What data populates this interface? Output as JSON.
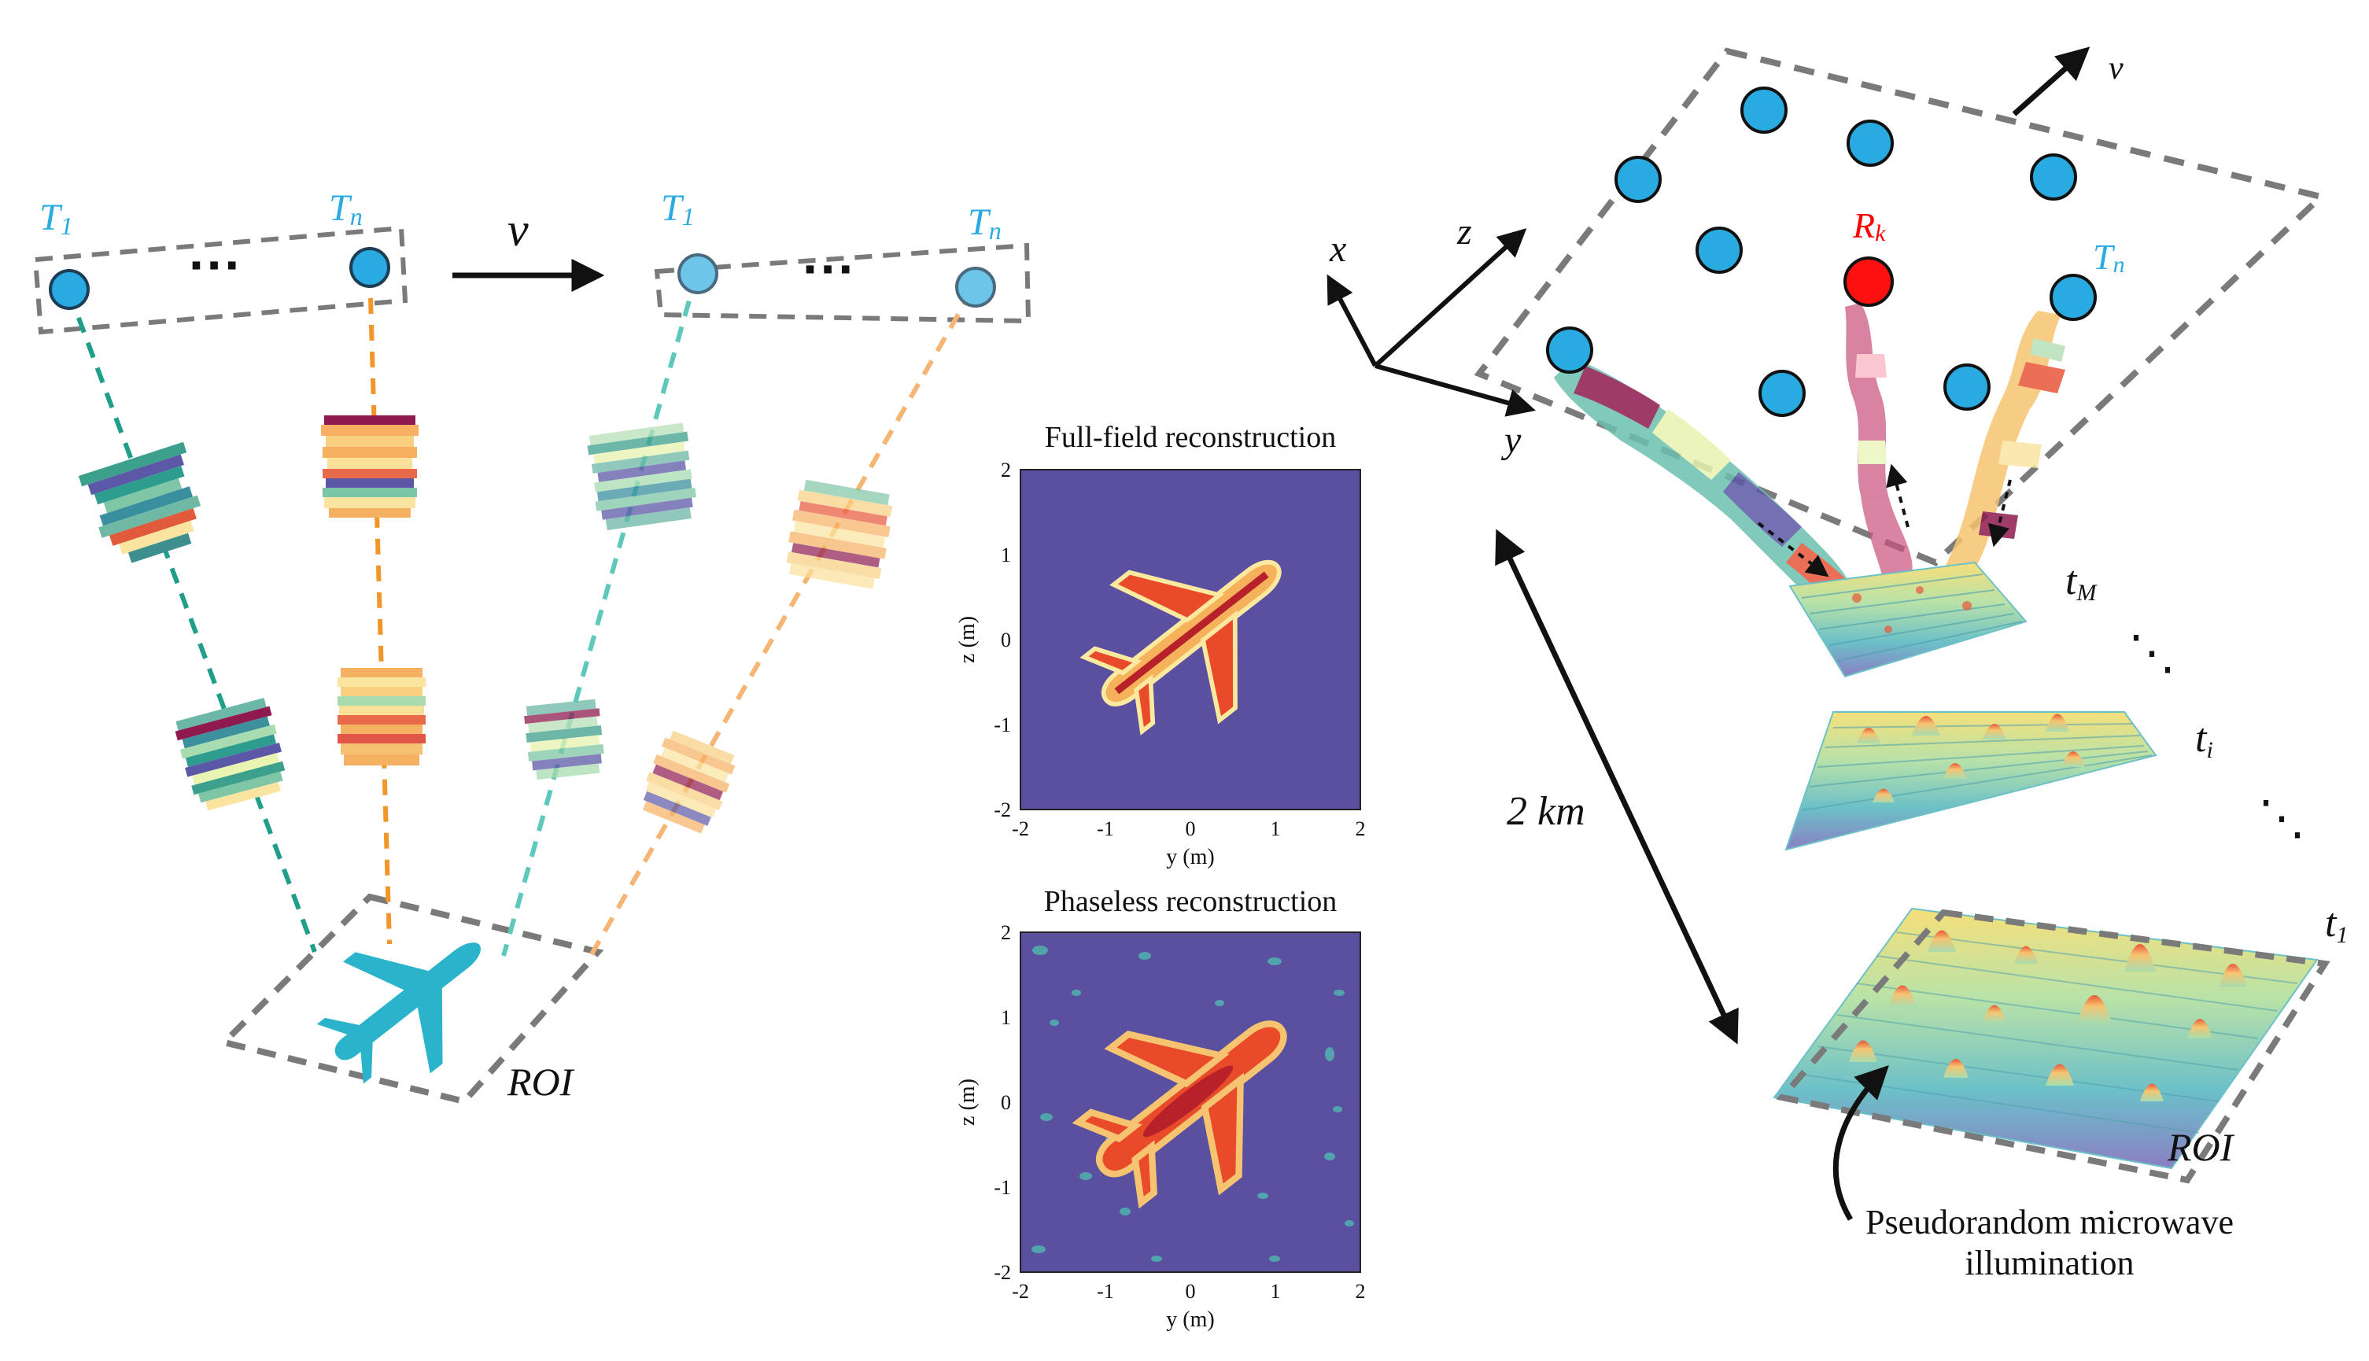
{
  "colors": {
    "tx": "#29abe2",
    "tx_faded": "#6ec5ea",
    "rx": "#ff0000",
    "plane": "#2bb3cc",
    "dash": "#7a7a7a",
    "teal_line": "#1f9e8a",
    "orange_line": "#f0962a",
    "label_blue": "#29abe2",
    "label_red": "#ff0000",
    "heatmap_bg": "#5b4fa0"
  },
  "left": {
    "t1_label": "T",
    "t1_sub": "1",
    "tn_label": "T",
    "tn_sub": "n",
    "t1b_label": "T",
    "t1b_sub": "1",
    "tnb_label": "T",
    "tnb_sub": "n",
    "dots_a": "···",
    "dots_b": "···",
    "velocity": "v",
    "roi": "ROI"
  },
  "panels": [
    {
      "title": "Full-field reconstruction",
      "xlabel": "y (m)",
      "ylabel": "z (m)",
      "xticks": [
        "-2",
        "-1",
        "0",
        "1",
        "2"
      ],
      "yticks": [
        "2",
        "1",
        "0",
        "-1",
        "-2"
      ]
    },
    {
      "title": "Phaseless reconstruction",
      "xlabel": "y (m)",
      "ylabel": "z (m)",
      "xticks": [
        "-2",
        "-1",
        "0",
        "1",
        "2"
      ],
      "yticks": [
        "2",
        "1",
        "0",
        "-1",
        "-2"
      ]
    }
  ],
  "right": {
    "axis_x": "x",
    "axis_y": "y",
    "axis_z": "z",
    "velocity": "v",
    "rk_label": "R",
    "rk_sub": "k",
    "tn_label": "T",
    "tn_sub": "n",
    "tM_label": "t",
    "tM_sub": "M",
    "ti_label": "t",
    "ti_sub": "i",
    "t1_label": "t",
    "t1_sub": "1",
    "dots1": "⋱",
    "dots2": "⋱",
    "distance": "2 km",
    "roi": "ROI",
    "caption_line1": "Pseudorandom microwave",
    "caption_line2": "illumination"
  }
}
